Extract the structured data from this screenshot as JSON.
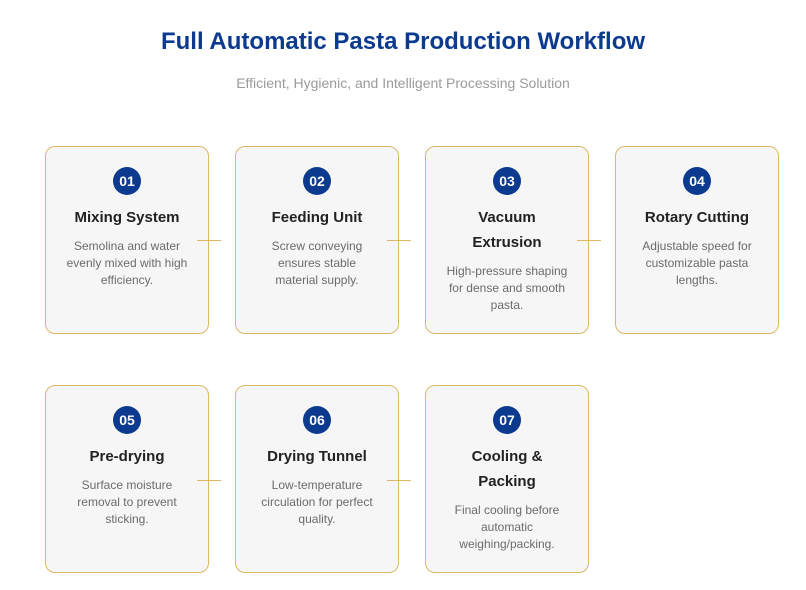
{
  "header": {
    "title": "Full Automatic Pasta Production Workflow",
    "subtitle": "Efficient, Hygienic, and Intelligent Processing Solution"
  },
  "colors": {
    "accent": "#0b3a8f",
    "border": "#dcb765",
    "card_bg": "#f6f6f6"
  },
  "steps": [
    {
      "number": "01",
      "title": "Mixing System",
      "description": "Semolina and water evenly mixed with high efficiency."
    },
    {
      "number": "02",
      "title": "Feeding Unit",
      "description": "Screw conveying ensures stable material supply."
    },
    {
      "number": "03",
      "title": "Vacuum Extrusion",
      "description": "High-pressure shaping for dense and smooth pasta."
    },
    {
      "number": "04",
      "title": "Rotary Cutting",
      "description": "Adjustable speed for customizable pasta lengths."
    },
    {
      "number": "05",
      "title": "Pre-drying",
      "description": "Surface moisture removal to prevent sticking."
    },
    {
      "number": "06",
      "title": "Drying Tunnel",
      "description": "Low-temperature circulation for perfect quality."
    },
    {
      "number": "07",
      "title": "Cooling & Packing",
      "description": "Final cooling before automatic weighing/packing."
    }
  ]
}
